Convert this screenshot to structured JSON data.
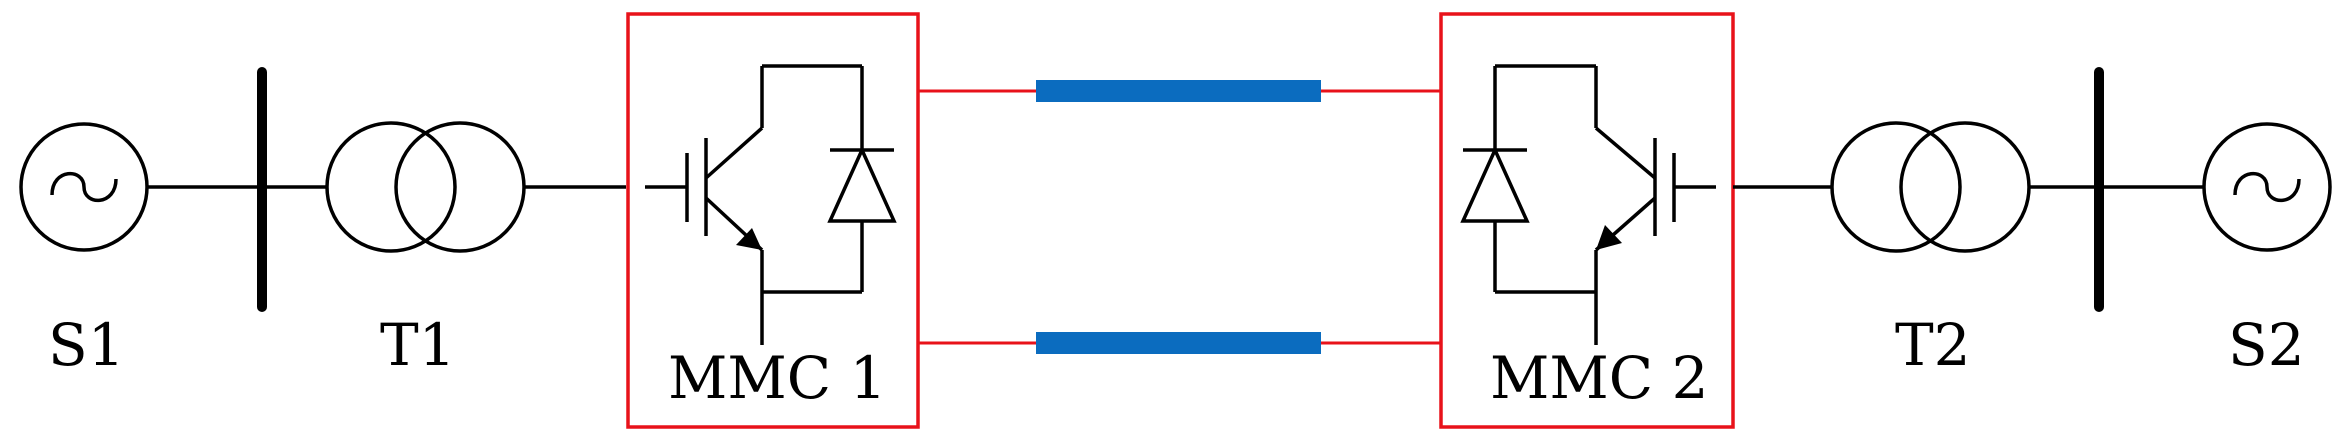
{
  "labels": {
    "source_1": "S1",
    "transformer_1": "T1",
    "converter_1": "MMC 1",
    "converter_2": "MMC 2",
    "transformer_2": "T2",
    "source_2": "S2"
  },
  "colors": {
    "line": "#000000",
    "converter_box": "#e8121a",
    "dc_cable": "#0b6cbf"
  }
}
